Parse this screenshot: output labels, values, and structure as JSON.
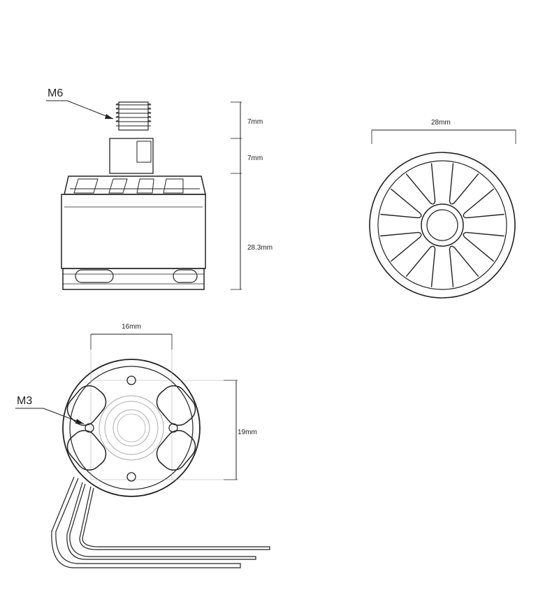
{
  "labels": {
    "thread": "M6",
    "mount_screw": "M3",
    "shaft_height": "7mm",
    "collar_height": "7mm",
    "body_height": "28.3mm",
    "outer_diameter": "28mm",
    "hole_spacing_h": "16mm",
    "hole_spacing_v": "19mm"
  },
  "colors": {
    "line": "#222222",
    "light_line": "#aaaaaa",
    "background": "#ffffff"
  }
}
